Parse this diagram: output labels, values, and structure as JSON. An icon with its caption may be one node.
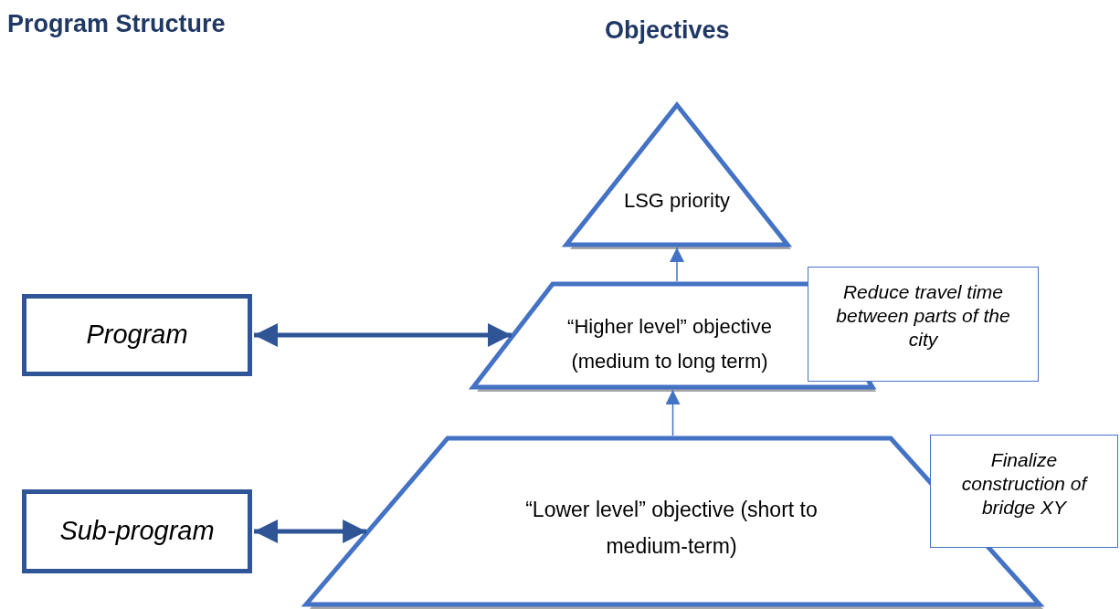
{
  "diagram": {
    "nodes": [
      {
        "text": [
          "Program"
        ]
      },
      {
        "text": [
          "Sub-program"
        ]
      },
      {
        "text": [
          "LSG priority"
        ]
      },
      {
        "text": [
          "“Higher level” objective (medium to long term)"
        ]
      },
      {
        "text": [
          "“Lower level” objective (short to medium-term)"
        ]
      },
      {
        "text": [
          "Reduce travel time between parts of the city"
        ]
      },
      {
        "text": [
          "Finalize construction of bridge XY"
        ]
      }
    ],
    "edges": [
      {
        "from": 0,
        "to": 3,
        "arrow": "both",
        "style": "thick",
        "color": "#2f5597"
      },
      {
        "from": 1,
        "to": 4,
        "arrow": "both",
        "style": "thick",
        "color": "#2f5597"
      },
      {
        "from": 4,
        "to": 3,
        "arrow": "to"
      },
      {
        "from": 3,
        "to": 2,
        "arrow": "to"
      }
    ],
    "labels": [
      "Program Structure",
      "Objectives"
    ]
  }
}
